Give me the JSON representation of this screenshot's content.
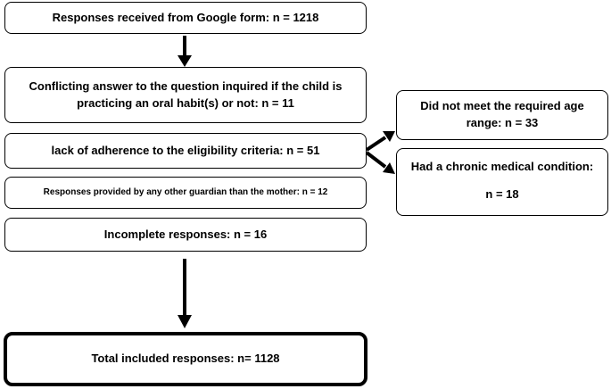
{
  "boxes": {
    "received": "Responses received from Google form: n = 1218",
    "conflicting_line1": "Conflicting answer to the question inquired if the child is",
    "conflicting_line2": "practicing an oral habit(s) or not: n = 11",
    "eligibility": "lack of adherence to the eligibility criteria: n = 51",
    "guardian": "Responses provided by any other guardian than the mother: n = 12",
    "incomplete": "Incomplete responses: n = 16",
    "total": "Total included responses: n= 1128",
    "age_line1": "Did not meet the required age",
    "age_line2": "range: n = 33",
    "chronic_line1": "Had a chronic medical condition:",
    "chronic_line2": "n = 18"
  },
  "colors": {
    "stroke": "#000000",
    "background": "#ffffff"
  }
}
